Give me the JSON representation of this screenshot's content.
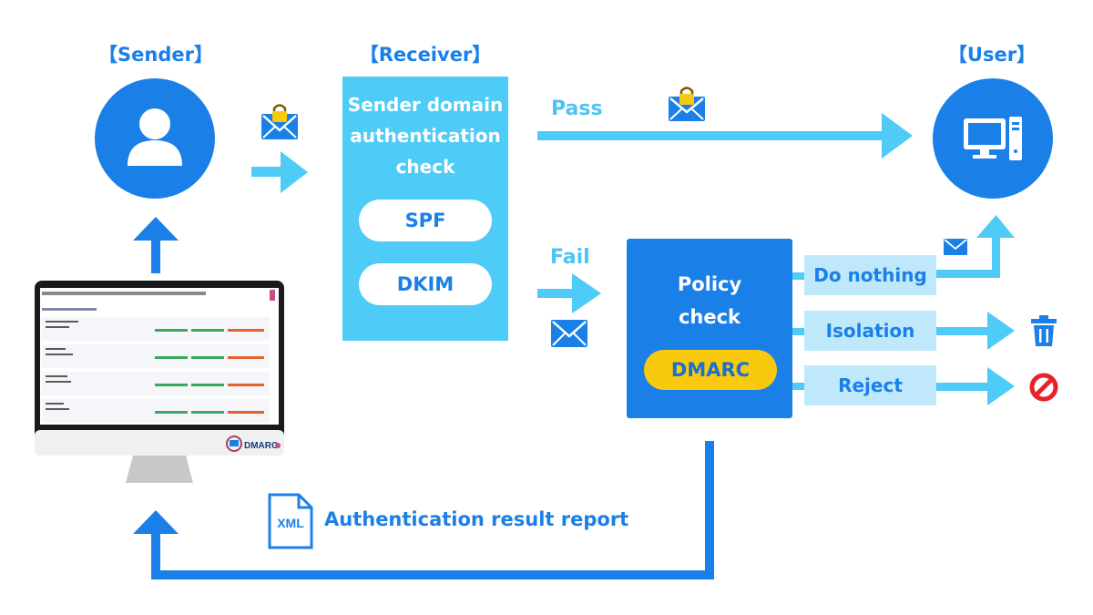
{
  "headings": {
    "sender": "【Sender】",
    "receiver": "【Receiver】",
    "user": "【User】"
  },
  "receiver": {
    "title_lines": [
      "Sender domain",
      "authentication",
      "check"
    ],
    "checks": [
      "SPF",
      "DKIM"
    ]
  },
  "flow_labels": {
    "pass": "Pass",
    "fail": "Fail"
  },
  "policy": {
    "title_lines": [
      "Policy",
      "check"
    ],
    "badge": "DMARC"
  },
  "actions": [
    "Do nothing",
    "Isolation",
    "Reject"
  ],
  "report": {
    "file_label": "XML",
    "text": "Authentication result report"
  },
  "monitor": {
    "brand": "DMARC"
  },
  "icons": {
    "sender": "person-icon",
    "user": "computer-icon",
    "mail": "envelope-icon",
    "locked_mail": "locked-envelope-icon",
    "isolation": "trash-icon",
    "reject": "prohibited-icon",
    "report": "xml-file-icon"
  },
  "colors": {
    "primary_blue": "#1a80e8",
    "light_blue": "#4fcbf7",
    "pale_blue": "#bfe8fb",
    "dmarc_yellow": "#f8c90c",
    "reject_red": "#e8222a"
  }
}
